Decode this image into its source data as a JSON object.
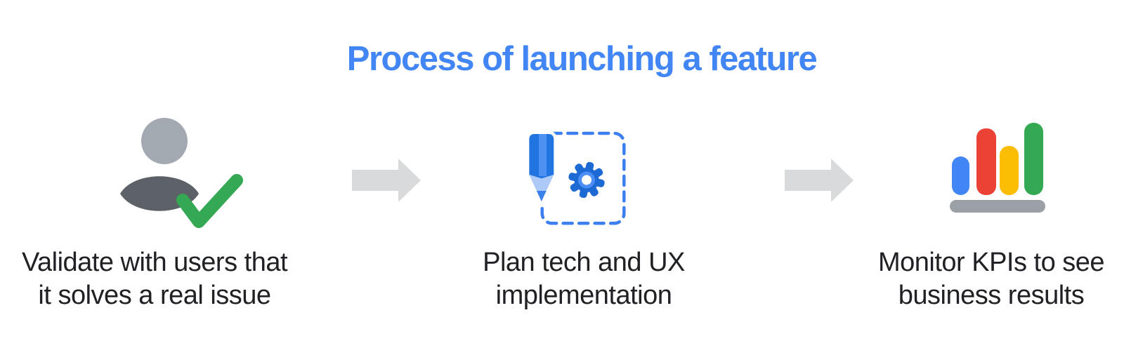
{
  "title": {
    "text": "Process of launching a feature",
    "color": "#4285F4"
  },
  "steps": [
    {
      "name": "validate",
      "icon": "person-check-icon",
      "label": {
        "line1": "Validate with users that",
        "line2": "it solves a real issue"
      }
    },
    {
      "name": "plan",
      "icon": "pencil-gear-icon",
      "label": {
        "line1": "Plan tech and UX",
        "line2": "implementation"
      }
    },
    {
      "name": "monitor",
      "icon": "bar-chart-icon",
      "label": {
        "line1": "Monitor KPIs to see",
        "line2": "business results"
      }
    }
  ],
  "arrows": [
    {
      "name": "arrow-1",
      "direction": "right"
    },
    {
      "name": "arrow-2",
      "direction": "right"
    }
  ],
  "colors": {
    "background": "#FFFFFF",
    "title_blue": "#4285F4",
    "label_text": "#202124",
    "arrow_gray": "#D9DADC",
    "person_head_gray": "#A3A9B1",
    "person_body_gray": "#5C6167",
    "check_green": "#34A853",
    "pencil_blue": "#2274E1",
    "pencil_collar_light_blue": "#ACC9F8",
    "gear_blue": "#1E6AD4",
    "dashed_box_blue": "#3D7FF0",
    "bar_blue": "#4285F4",
    "bar_red": "#EA4335",
    "bar_yellow": "#FBBC04",
    "bar_green": "#34A853",
    "bar_base_gray": "#9AA0A6"
  }
}
